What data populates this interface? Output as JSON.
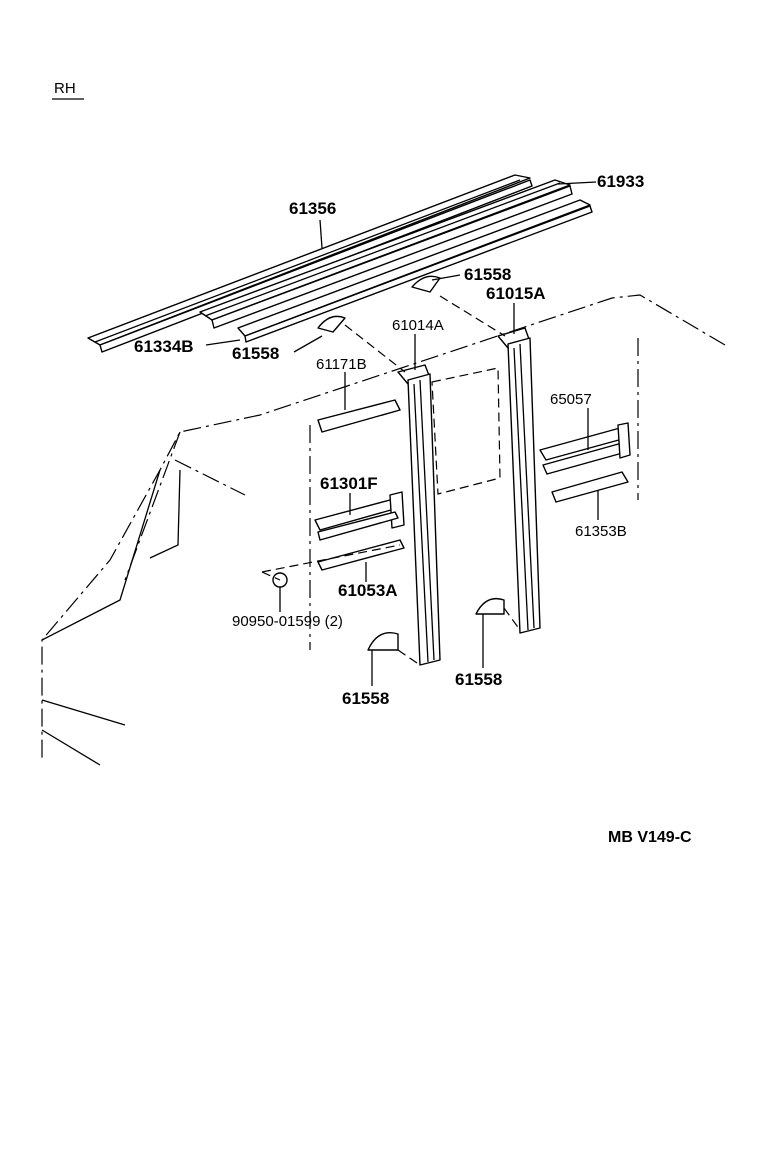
{
  "side_label": "RH",
  "code": "MB V149-C",
  "parts": {
    "p61356": "61356",
    "p61933": "61933",
    "p61558_top": "61558",
    "p61015A": "61015A",
    "p61334B": "61334B",
    "p61558_left": "61558",
    "p61014A": "61014A",
    "p61171B": "61171B",
    "p65057": "65057",
    "p61301F": "61301F",
    "p61353B": "61353B",
    "p61053A": "61053A",
    "p90950": "90950-01599 (2)",
    "p61558_bottom_left": "61558",
    "p61558_bottom_right": "61558"
  }
}
